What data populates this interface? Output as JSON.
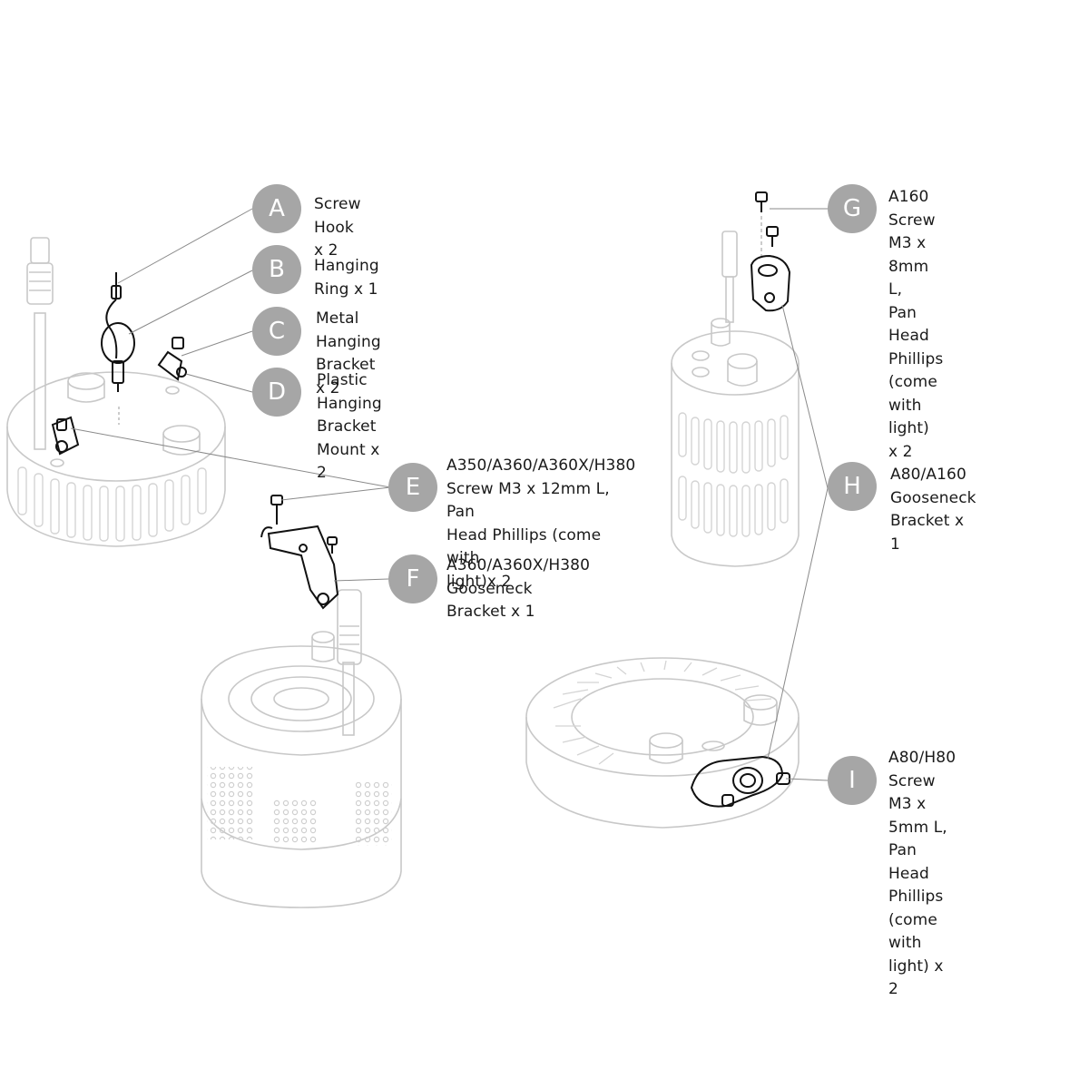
{
  "colors": {
    "badge": "#a6a6a6",
    "badge_text": "#ffffff",
    "label_text": "#1a1a1a",
    "light_outline": "#c8c8c8",
    "part_outline": "#111111",
    "leader_line": "#8a8a8a"
  },
  "callouts": [
    {
      "letter": "A",
      "text": "Screw Hook x 2"
    },
    {
      "letter": "B",
      "text": "Hanging Ring x 1"
    },
    {
      "letter": "C",
      "text": "Metal Hanging\nBracket x 2"
    },
    {
      "letter": "D",
      "text": "Plastic Hanging\nBracket Mount x 2"
    },
    {
      "letter": "E",
      "text": "A350/A360/A360X/H380\nScrew M3 x 12mm L, Pan\nHead Phillips (come with\nlight)x 2"
    },
    {
      "letter": "F",
      "text": "A360/A360X/H380\nGooseneck Bracket x 1"
    },
    {
      "letter": "G",
      "text": "A160 Screw M3 x 8mm L,\nPan Head Phillips (come\nwith light) x 2"
    },
    {
      "letter": "H",
      "text": "A80/A160 Gooseneck\nBracket x 1"
    },
    {
      "letter": "I",
      "text": "A80/H80 Screw M3 x\n5mm L, Pan Head Phillips\n(come with light) x 2"
    }
  ]
}
